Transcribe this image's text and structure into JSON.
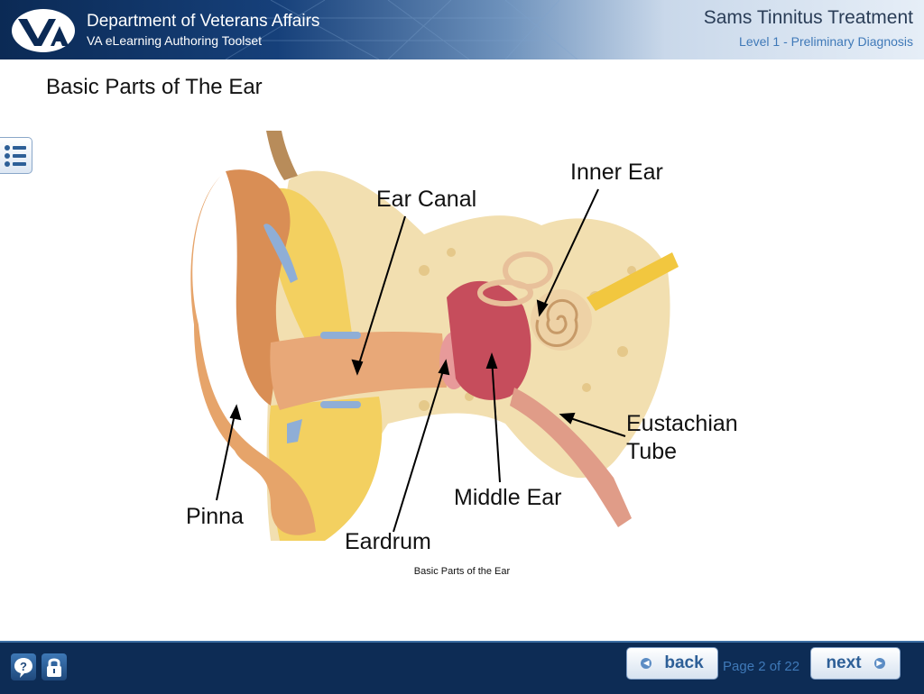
{
  "header": {
    "department": "Department of Veterans Affairs",
    "toolset": "VA eLearning Authoring Toolset",
    "course_title": "Sams Tinnitus Treatment",
    "level": "Level 1 - Preliminary Diagnosis"
  },
  "page": {
    "title": "Basic Parts of The Ear"
  },
  "figure": {
    "labels": {
      "ear_canal": "Ear Canal",
      "inner_ear": "Inner Ear",
      "eustachian": "Eustachian",
      "tube": "Tube",
      "middle_ear": "Middle Ear",
      "eardrum": "Eardrum",
      "pinna": "Pinna"
    },
    "caption": "Basic Parts of the Ear"
  },
  "footer": {
    "back_label": "back",
    "next_label": "next",
    "page_indicator": "Page 2 of 22"
  },
  "icons": {
    "menu": "list-icon",
    "help": "help-bubble-icon",
    "lock": "lock-icon",
    "back_arrow": "left-arrow-icon",
    "next_arrow": "right-arrow-icon"
  },
  "colors": {
    "header_dark": "#0b2a55",
    "footer": "#0d2c55",
    "link_blue": "#3f79b8"
  }
}
